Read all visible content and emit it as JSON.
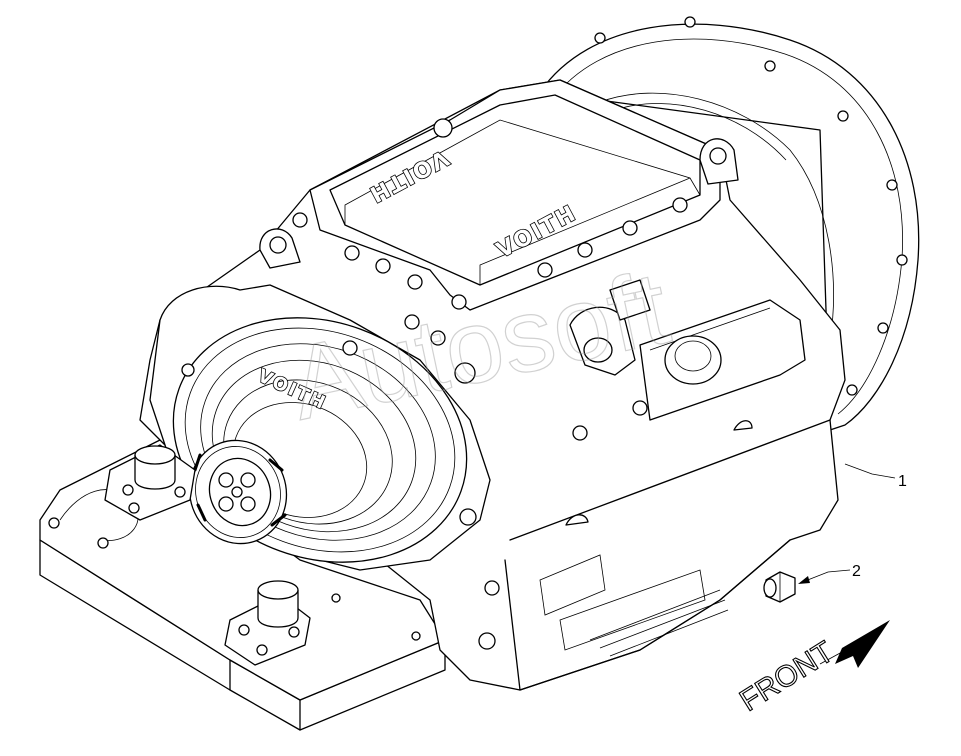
{
  "casting_marks": {
    "top_left": "VOITH",
    "top_right": "VOITH",
    "front_plate": "VOITH"
  },
  "callouts": [
    {
      "number": "1"
    },
    {
      "number": "2"
    }
  ],
  "direction_label": "FRONT",
  "watermark": "Autosoft",
  "colors": {
    "line": "#000000",
    "background": "#ffffff",
    "watermark": "#9a9a9a"
  }
}
